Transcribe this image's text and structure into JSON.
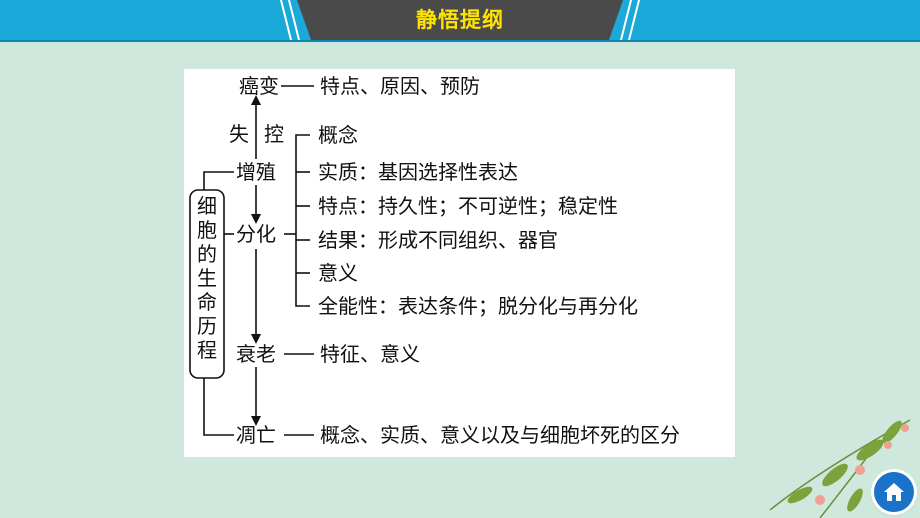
{
  "header": {
    "title": "静悟提纲"
  },
  "diagram": {
    "root_chars": [
      "细",
      "胞",
      "的",
      "生",
      "命",
      "历",
      "程"
    ],
    "cancer": {
      "label": "癌变",
      "detail": "特点、原因、预防"
    },
    "out_of_control": {
      "label1": "失",
      "label2": "控"
    },
    "proliferation": {
      "label": "增殖"
    },
    "differentiation": {
      "label": "分化",
      "items": [
        "概念",
        "实质：基因选择性表达",
        "特点：持久性；不可逆性；稳定性",
        "结果：形成不同组织、器官",
        "意义",
        "全能性：表达条件；脱分化与再分化"
      ]
    },
    "aging": {
      "label": "衰老",
      "detail": "特征、意义"
    },
    "apoptosis": {
      "label": "凋亡",
      "detail": "概念、实质、意义以及与细胞坏死的区分"
    }
  },
  "colors": {
    "header_bg": "#1aa9d8",
    "title_plate": "#4a4a4a",
    "title_text": "#ffe400",
    "page_bg": "#cfe8de",
    "home_button": "#1a72c9"
  },
  "icons": {
    "home": "home-icon",
    "decoration": "leaf-flower-decoration"
  }
}
